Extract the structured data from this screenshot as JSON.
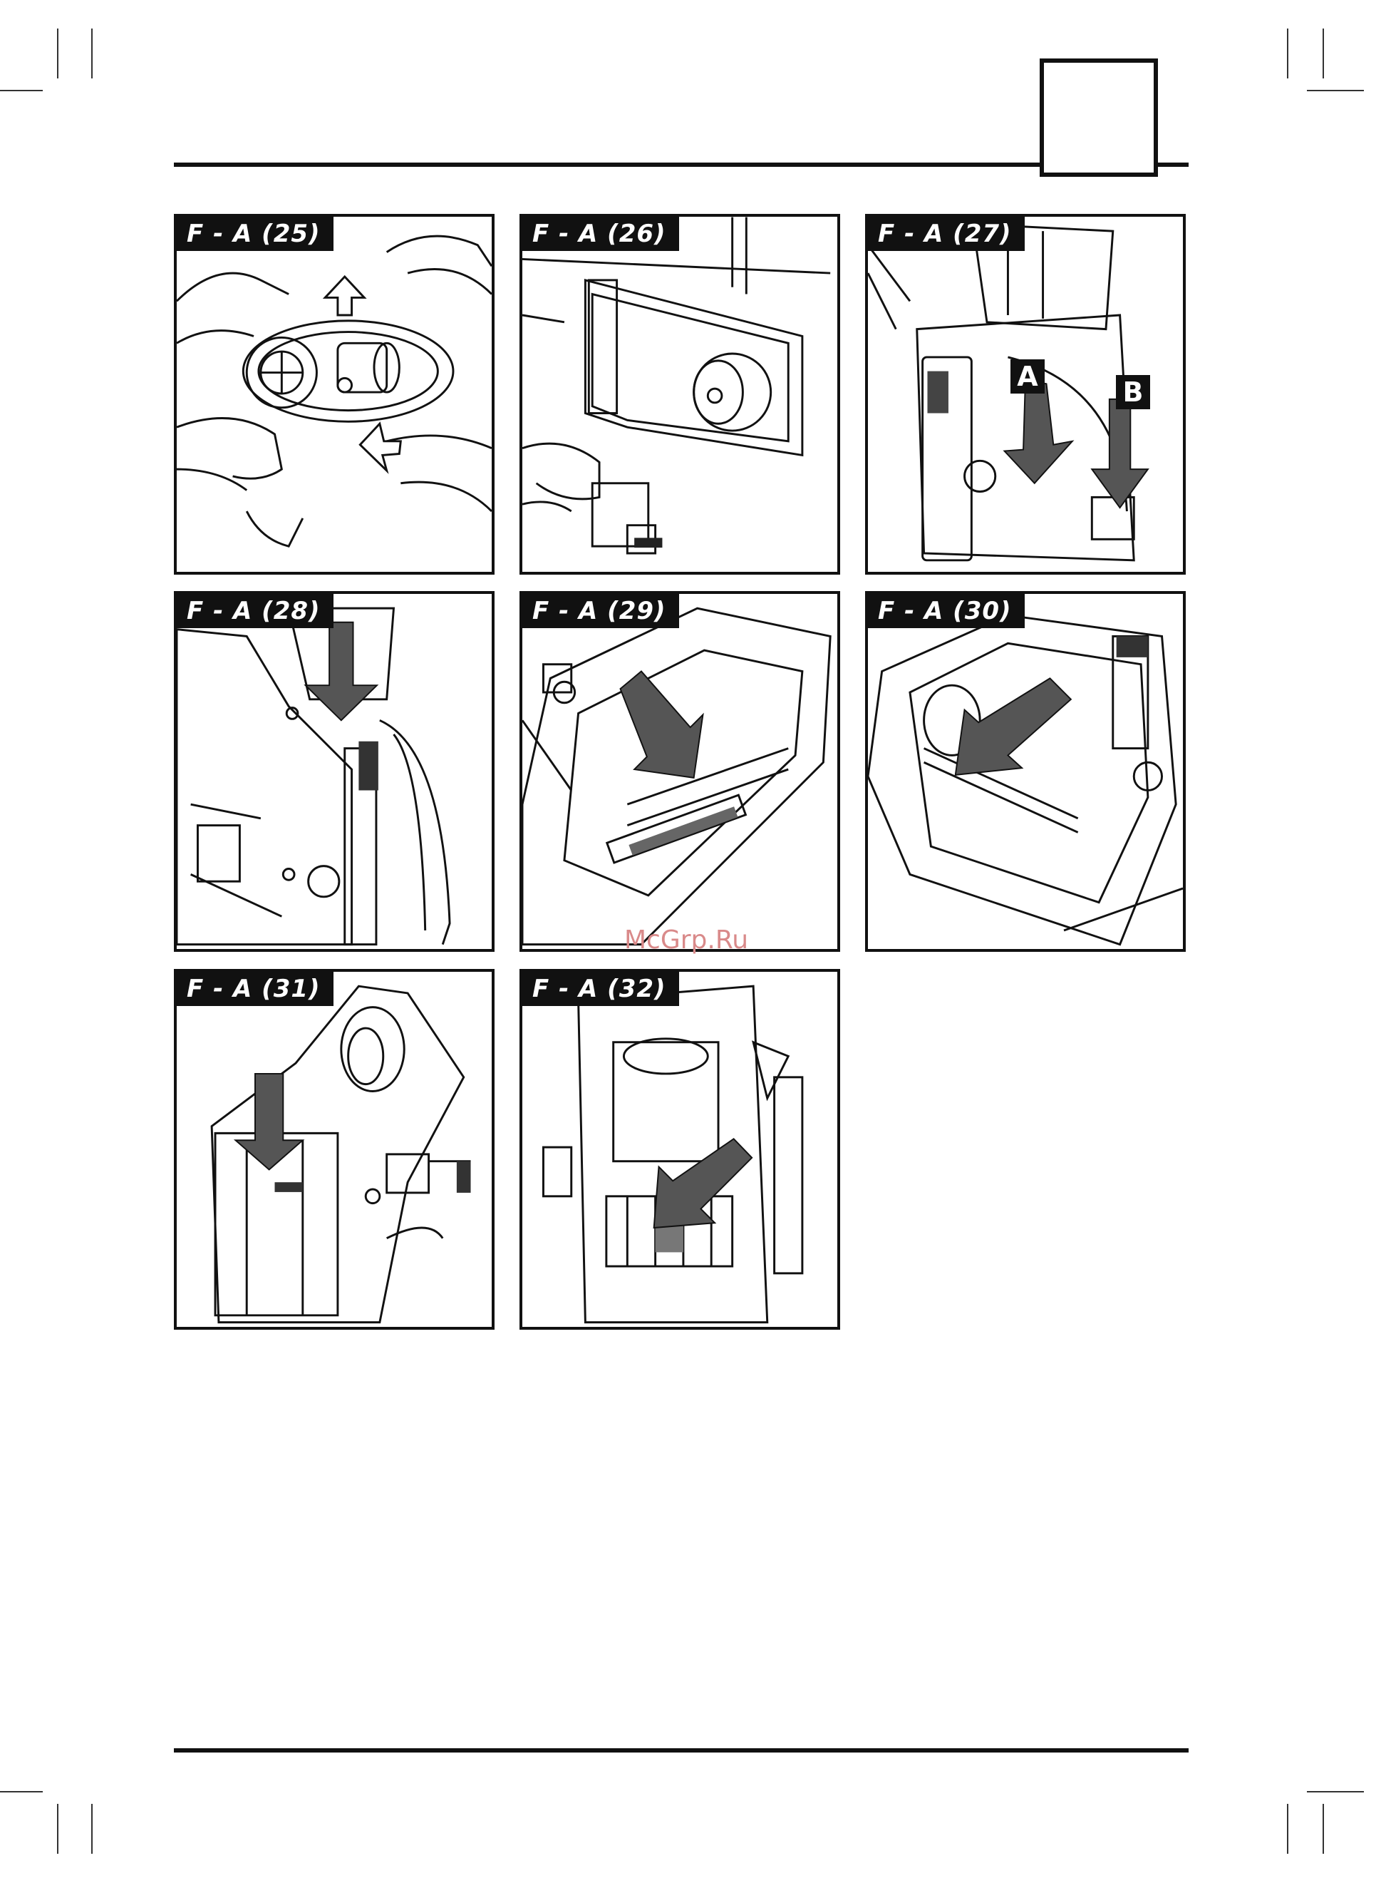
{
  "panels": [
    {
      "label": "F - A (25)"
    },
    {
      "label": "F - A (26)"
    },
    {
      "label": "F - A (27)",
      "markers": [
        "A",
        "B"
      ]
    },
    {
      "label": "F - A (28)"
    },
    {
      "label": "F - A (29)"
    },
    {
      "label": "F - A (30)"
    },
    {
      "label": "F - A (31)"
    },
    {
      "label": "F - A (32)"
    }
  ],
  "watermark": "McGrp.Ru"
}
